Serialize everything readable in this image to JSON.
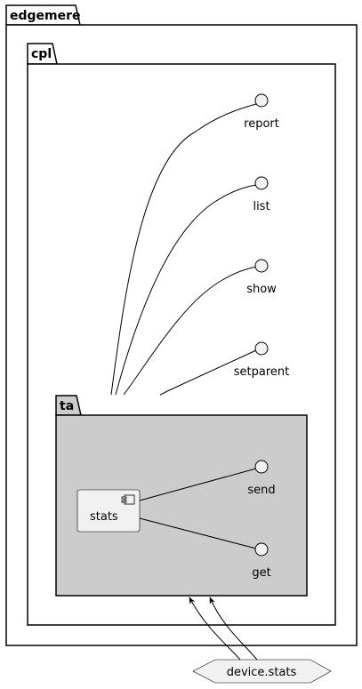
{
  "packages": {
    "outer": {
      "label": "edgemere"
    },
    "middle": {
      "label": "cpl"
    },
    "inner": {
      "label": "ta"
    }
  },
  "interfaces": {
    "report": "report",
    "list": "list",
    "show": "show",
    "setparent": "setparent",
    "send": "send",
    "get": "get"
  },
  "component": {
    "label": "stats"
  },
  "external": {
    "label": "device.stats"
  },
  "colors": {
    "inner_fill": "#cccccc",
    "interface_fill": "#f1f1f1",
    "component_fill": "#f1f1f1"
  }
}
